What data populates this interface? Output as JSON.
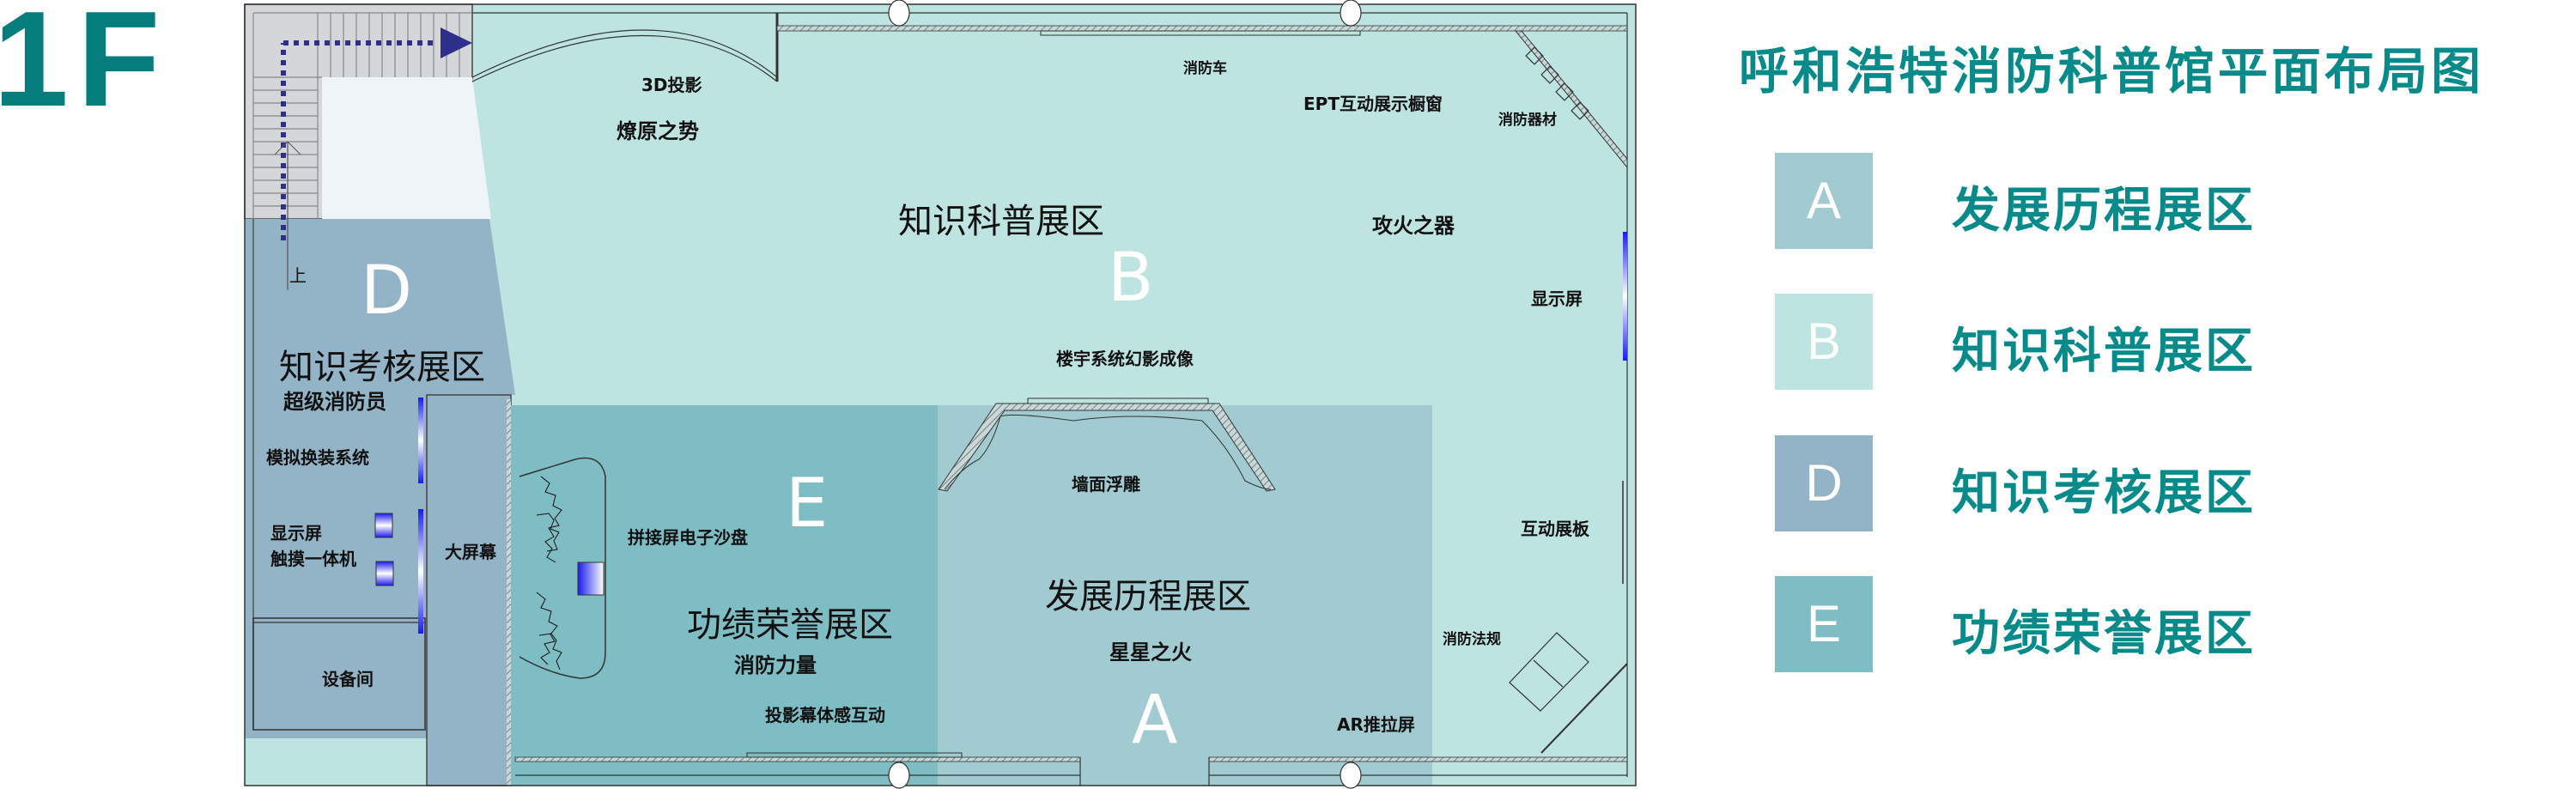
{
  "floor": "1F",
  "title": "呼和浩特消防科普馆平面布局图",
  "colors": {
    "accent": "#078a8a",
    "floor_label": "#067d7d",
    "zone_a": "#a1cbd1",
    "zone_b": "#bde4e1",
    "zone_d": "#93b4c7",
    "zone_e": "#7dbdc3",
    "stair": "#d4d6da",
    "stair_inner": "#eef4f7",
    "route_arrow": "#2e2f8a",
    "screen_blue": "#1a1aee"
  },
  "legend": [
    {
      "letter": "A",
      "label": "发展历程展区",
      "color": "#a1cbd1"
    },
    {
      "letter": "B",
      "label": "知识科普展区",
      "color": "#bde4e1"
    },
    {
      "letter": "D",
      "label": "知识考核展区",
      "color": "#93b4c7"
    },
    {
      "letter": "E",
      "label": "功绩荣誉展区",
      "color": "#7dbdc3"
    }
  ],
  "zones": {
    "A": {
      "letter": "A",
      "name": "发展历程展区",
      "exhibits": [
        "星星之火",
        "墙面浮雕",
        "AR推拉屏"
      ]
    },
    "B": {
      "letter": "B",
      "name": "知识科普展区",
      "exhibits": [
        "3D投影",
        "燎原之势",
        "消防车",
        "EPT互动展示橱窗",
        "消防器材",
        "攻火之器",
        "显示屏",
        "楼宇系统幻影成像",
        "互动展板",
        "消防法规"
      ]
    },
    "D": {
      "letter": "D",
      "name": "知识考核展区",
      "exhibits": [
        "超级消防员",
        "模拟换装系统",
        "显示屏",
        "触摸一体机",
        "设备间"
      ]
    },
    "E": {
      "letter": "E",
      "name": "功绩荣誉展区",
      "exhibits": [
        "拼接屏电子沙盘",
        "消防力量",
        "投影幕体感互动"
      ]
    }
  },
  "labels": {
    "stair_up": "上",
    "big_screen": "大屏幕",
    "projection_3d": "3D投影",
    "prairie_fire": "燎原之势",
    "fire_truck": "消防车",
    "ept_window": "EPT互动展示橱窗",
    "fire_equipment": "消防器材",
    "attack_fire": "攻火之器",
    "display_screen_b": "显示屏",
    "building_hologram": "楼宇系统幻影成像",
    "wall_relief": "墙面浮雕",
    "interactive_board": "互动展板",
    "fire_regulations": "消防法规",
    "ar_screen": "AR推拉屏",
    "spark": "星星之火",
    "super_firefighter": "超级消防员",
    "dress_system": "模拟换装系统",
    "display_screen_d": "显示屏",
    "touch_kiosk": "触摸一体机",
    "equipment_room": "设备间",
    "sand_table": "拼接屏电子沙盘",
    "fire_force": "消防力量",
    "motion_projection": "投影幕体感互动"
  }
}
